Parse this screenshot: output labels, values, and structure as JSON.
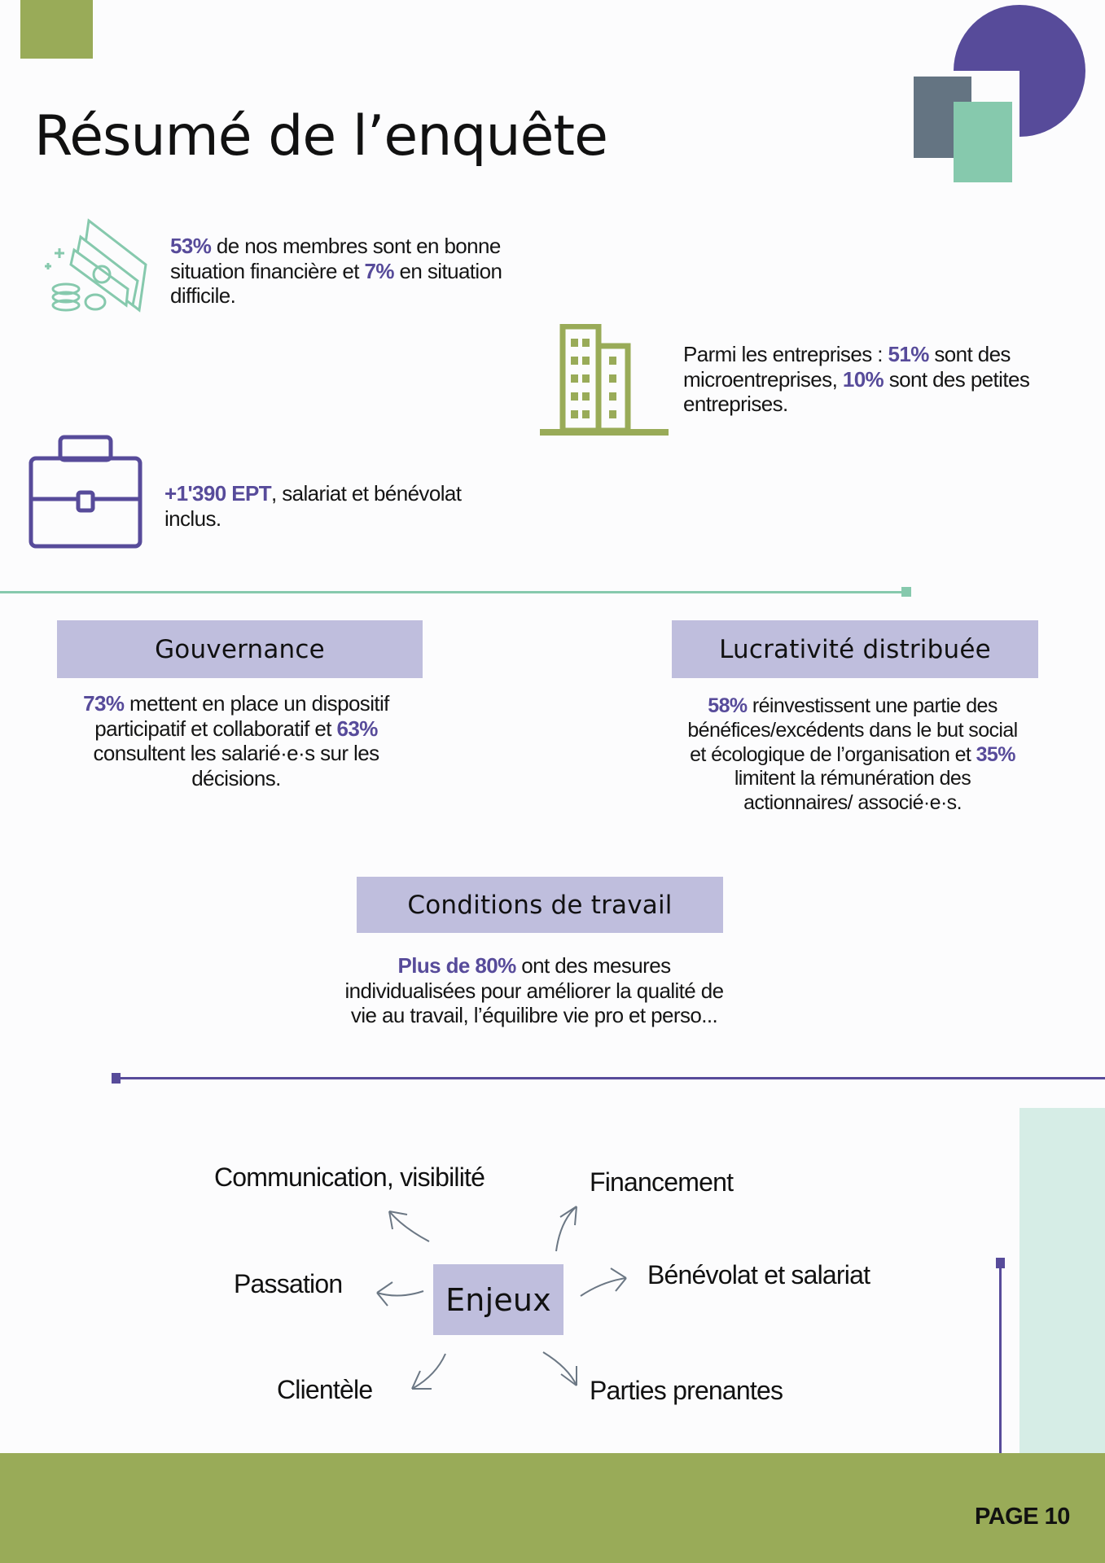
{
  "title": "Résumé de l’enquête",
  "colors": {
    "purple": "#574b9a",
    "green": "#99ab58",
    "teal": "#86c9ad",
    "slate": "#647482",
    "lavender": "#bfbedd",
    "mint": "#d6ede6"
  },
  "stats": {
    "finance": {
      "icon": "money-icon",
      "b1": "53%",
      "t1": " de nos membres sont en bonne situation financière et ",
      "b2": "7%",
      "t2": " en situation difficile."
    },
    "companies": {
      "icon": "building-icon",
      "t0": "Parmi les entreprises : ",
      "b1": "51%",
      "t1": " sont des microentreprises, ",
      "b2": "10%",
      "t2": " sont des petites entreprises."
    },
    "ept": {
      "icon": "briefcase-icon",
      "b1": "+1'390 EPT",
      "t1": ", salariat et bénévolat inclus."
    }
  },
  "sections": {
    "gouvernance": {
      "heading": "Gouvernance",
      "b1": "73%",
      "t1": " mettent en place un dispositif participatif et collaboratif et ",
      "b2": "63%",
      "t2": " consultent les salarié·e·s sur les décisions."
    },
    "lucrativite": {
      "heading": "Lucrativité distribuée",
      "b1": "58%",
      "t1": " réinvestissent une partie des bénéfices/excédents dans le but social et écologique de l’organisation et ",
      "b2": "35%",
      "t2": " limitent la rémunération des actionnaires/ associé·e·s."
    },
    "conditions": {
      "heading": "Conditions de travail",
      "b1": "Plus de 80%",
      "t1": " ont des mesures individualisées pour améliorer la qualité de vie au travail, l’équilibre vie pro et perso..."
    }
  },
  "enjeux": {
    "center": "Enjeux",
    "items": [
      "Communication, visibilité",
      "Financement",
      "Bénévolat et salariat",
      "Passation",
      "Clientèle",
      "Parties prenantes"
    ]
  },
  "footer": {
    "page": "PAGE 10"
  }
}
